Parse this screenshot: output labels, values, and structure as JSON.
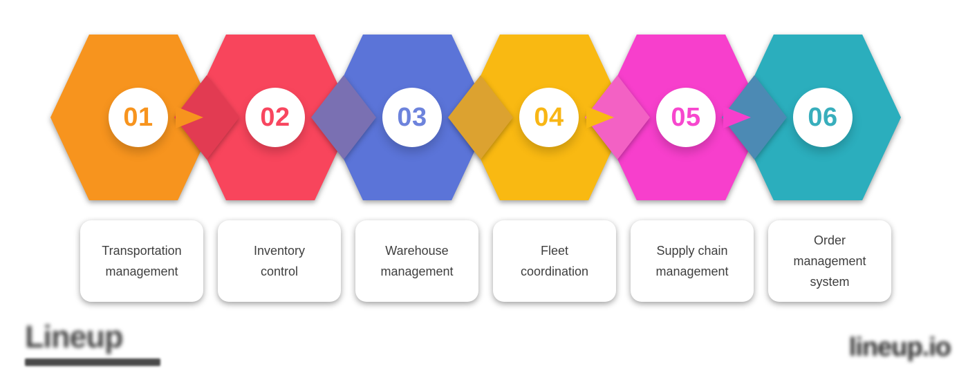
{
  "steps": [
    {
      "number": "01",
      "color": "#F7941E",
      "number_color": "#F7941E",
      "label_lines": [
        "Transportation",
        "management"
      ]
    },
    {
      "number": "02",
      "color": "#F8455C",
      "number_color": "#F8465F",
      "label_lines": [
        "Inventory",
        "control"
      ]
    },
    {
      "number": "03",
      "color": "#5B74D8",
      "number_color": "#6D83DC",
      "label_lines": [
        "Warehouse",
        "management"
      ]
    },
    {
      "number": "04",
      "color": "#F9B912",
      "number_color": "#F8B615",
      "label_lines": [
        "Fleet",
        "coordination"
      ]
    },
    {
      "number": "05",
      "color": "#F73FCC",
      "number_color": "#F747CE",
      "label_lines": [
        "Supply chain",
        "management"
      ]
    },
    {
      "number": "06",
      "color": "#2BAEBD",
      "number_color": "#38AEBC",
      "label_lines": [
        "Order",
        "management",
        "system"
      ]
    }
  ],
  "junctions": [
    {
      "color": "#E23B52",
      "wedge_visible": true
    },
    {
      "color": "#7A70B2",
      "wedge_visible": false
    },
    {
      "color": "#DCA230",
      "wedge_visible": false
    },
    {
      "color": "#F361C4",
      "wedge_visible": true
    },
    {
      "color": "#4C8AB4",
      "wedge_visible": true
    }
  ],
  "card_text_color": "#3E3E3E",
  "background_color": "#FFFFFF",
  "watermarks": {
    "left_wordmark": "Lineup",
    "right_wordmark": "lineup.io"
  }
}
